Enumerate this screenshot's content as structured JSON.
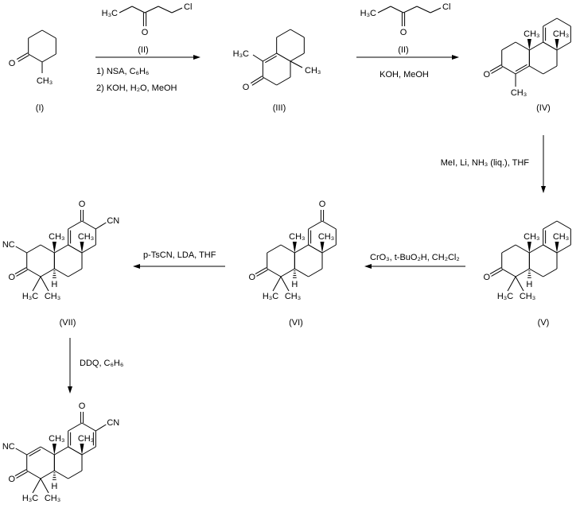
{
  "compound_labels": {
    "c1": "(I)",
    "c2a": "(II)",
    "c2b": "(II)",
    "c3": "(III)",
    "c4": "(IV)",
    "c5": "(V)",
    "c6": "(VI)",
    "c7": "(VII)"
  },
  "reagents": {
    "step1_line1": "1) NSA, C₆H₆",
    "step1_line2": "2) KOH, H₂O, MeOH",
    "step2": "KOH, MeOH",
    "step3": "MeI, Li, NH₃ (liq.), THF",
    "step4": "CrO₃, t-BuO₂H, CH₂Cl₂",
    "step5": "p-TsCN, LDA, THF",
    "step6": "DDQ, C₆H₆"
  },
  "atoms": {
    "O": "O",
    "CH3": "CH₃",
    "H3C": "H₃C",
    "Cl": "Cl",
    "H": "H",
    "NC": "NC",
    "CN": "CN"
  },
  "colors": {
    "ink": "#000000",
    "background": "#ffffff"
  }
}
